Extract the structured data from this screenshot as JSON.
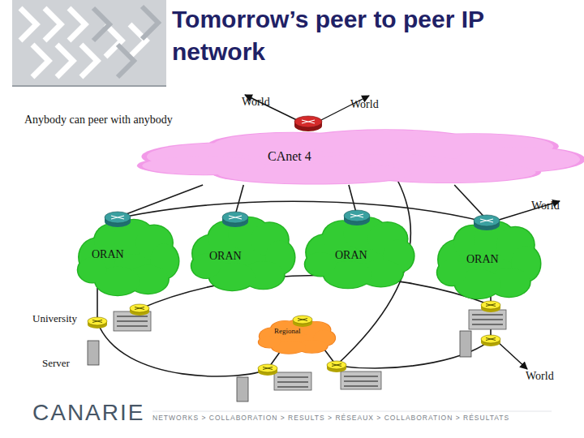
{
  "diagram": {
    "title": "Tomorrow’s peer to peer IP network",
    "nodes": [
      {
        "text": [
          "CAnet 4"
        ]
      },
      {
        "text": [
          "ORAN"
        ]
      },
      {
        "text": [
          "ORAN"
        ]
      },
      {
        "text": [
          "ORAN"
        ]
      },
      {
        "text": [
          "ORAN"
        ]
      },
      {
        "text": [
          "Regional"
        ]
      }
    ],
    "edges": [
      {
        "from": 0,
        "to": 1,
        "arrow": "none"
      },
      {
        "from": 0,
        "to": 2,
        "arrow": "none"
      },
      {
        "from": 0,
        "to": 3,
        "arrow": "none"
      },
      {
        "from": 0,
        "to": 4,
        "arrow": "none"
      }
    ],
    "labels": [
      "Anybody can peer with anybody",
      "World",
      "World",
      "World",
      "World",
      "University",
      "Server",
      "CANARIE",
      "NETWORKS > COLLABORATION > RESULTS > RÉSEAUX > COLLABORATION > RÉSULTATS"
    ]
  }
}
